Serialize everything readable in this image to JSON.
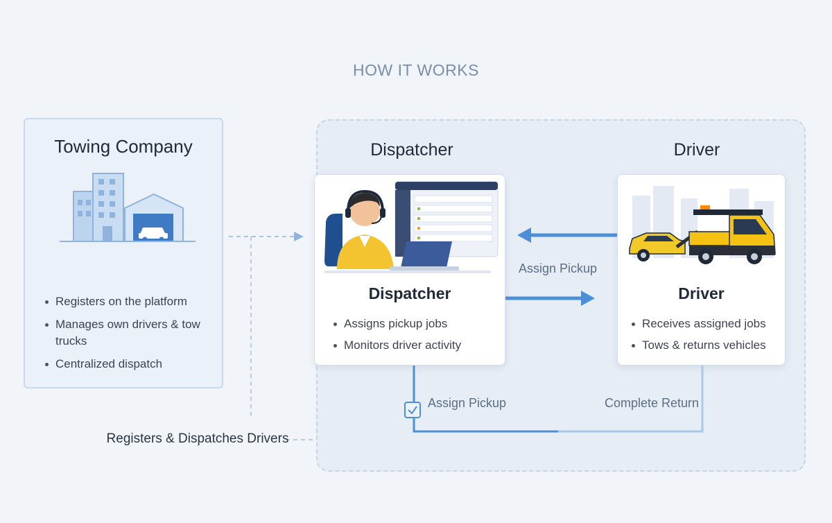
{
  "heading": "HOW IT WORKS",
  "company": {
    "title": "Towing Company",
    "bullets": [
      "Registers on the platform",
      "Manages own drivers & tow trucks",
      "Centralized dispatch"
    ]
  },
  "dispatcher": {
    "column_title": "Dispatcher",
    "card_title": "Dispatcher",
    "bullets": [
      "Assigns pickup jobs",
      "Monitors driver activity"
    ]
  },
  "driver": {
    "column_title": "Driver",
    "card_title": "Driver",
    "bullets": [
      "Receives assigned jobs",
      "Tows & returns vehicles"
    ]
  },
  "flows": {
    "middle_label": "Assign Pickup",
    "bottom_left_label": "Assign Pickup",
    "bottom_right_label": "Complete Return",
    "left_caption": "Registers & Dispatches Drivers"
  },
  "colors": {
    "accent_blue": "#4d8fd6",
    "truck_yellow": "#f5c214",
    "heading_gray": "#7a8ea8"
  }
}
